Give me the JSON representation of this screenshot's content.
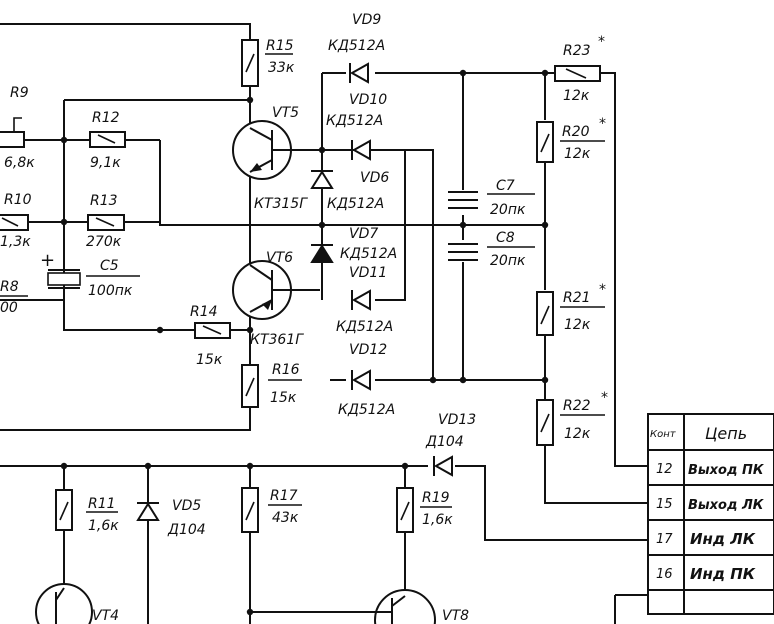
{
  "labels": {
    "R15": "R15",
    "R15v": "33к",
    "VD9": "VD9",
    "VD9t": "КД512А",
    "R23": "R23",
    "R23star": "*",
    "R23v": "12к",
    "R9": "R9",
    "R9v": "6,8к",
    "R12": "R12",
    "R12v": "9,1к",
    "VT5": "VT5",
    "VD10": "VD10",
    "VD10t": "КД512А",
    "R20": "R20",
    "R20star": "*",
    "R20v": "12к",
    "VD6": "VD6",
    "KT315G": "КТ315Г",
    "VD6t": "КД512А",
    "R10": "R10",
    "R10v": "1,3к",
    "R13": "R13",
    "R13v": "270к",
    "C7": "C7",
    "C7v": "20пк",
    "C8": "C8",
    "C8v": "20пк",
    "VD7": "VD7",
    "VD7t": "КД512А",
    "VT6": "VT6",
    "VD11": "VD11",
    "C5": "C5",
    "C5v": "100пк",
    "C5plus": "+",
    "R8": "R8",
    "R8v": "00",
    "R14": "R14",
    "R14v": "15к",
    "KT361G": "КТ361Г",
    "VD11t": "КД512А",
    "R21": "R21",
    "R21star": "*",
    "R21v": "12к",
    "VD12": "VD12",
    "R16": "R16",
    "R16v": "15к",
    "VD12t": "КД512А",
    "R22": "R22",
    "R22star": "*",
    "R22v": "12к",
    "VD13": "VD13",
    "VD13t": "Д104",
    "R11": "R11",
    "R11v": "1,6к",
    "VD5": "VD5",
    "VD5t": "Д104",
    "R17": "R17",
    "R17v": "43к",
    "R19": "R19",
    "R19v": "1,6к",
    "VT4": "VT4",
    "VT8": "VT8"
  },
  "table": {
    "headers": [
      "Конт",
      "Цепь"
    ],
    "rows": [
      {
        "pin": "12",
        "net": "Выход ПК"
      },
      {
        "pin": "15",
        "net": "Выход ЛК"
      },
      {
        "pin": "17",
        "net": "Инд ЛК"
      },
      {
        "pin": "16",
        "net": "Инд ПК"
      }
    ]
  }
}
